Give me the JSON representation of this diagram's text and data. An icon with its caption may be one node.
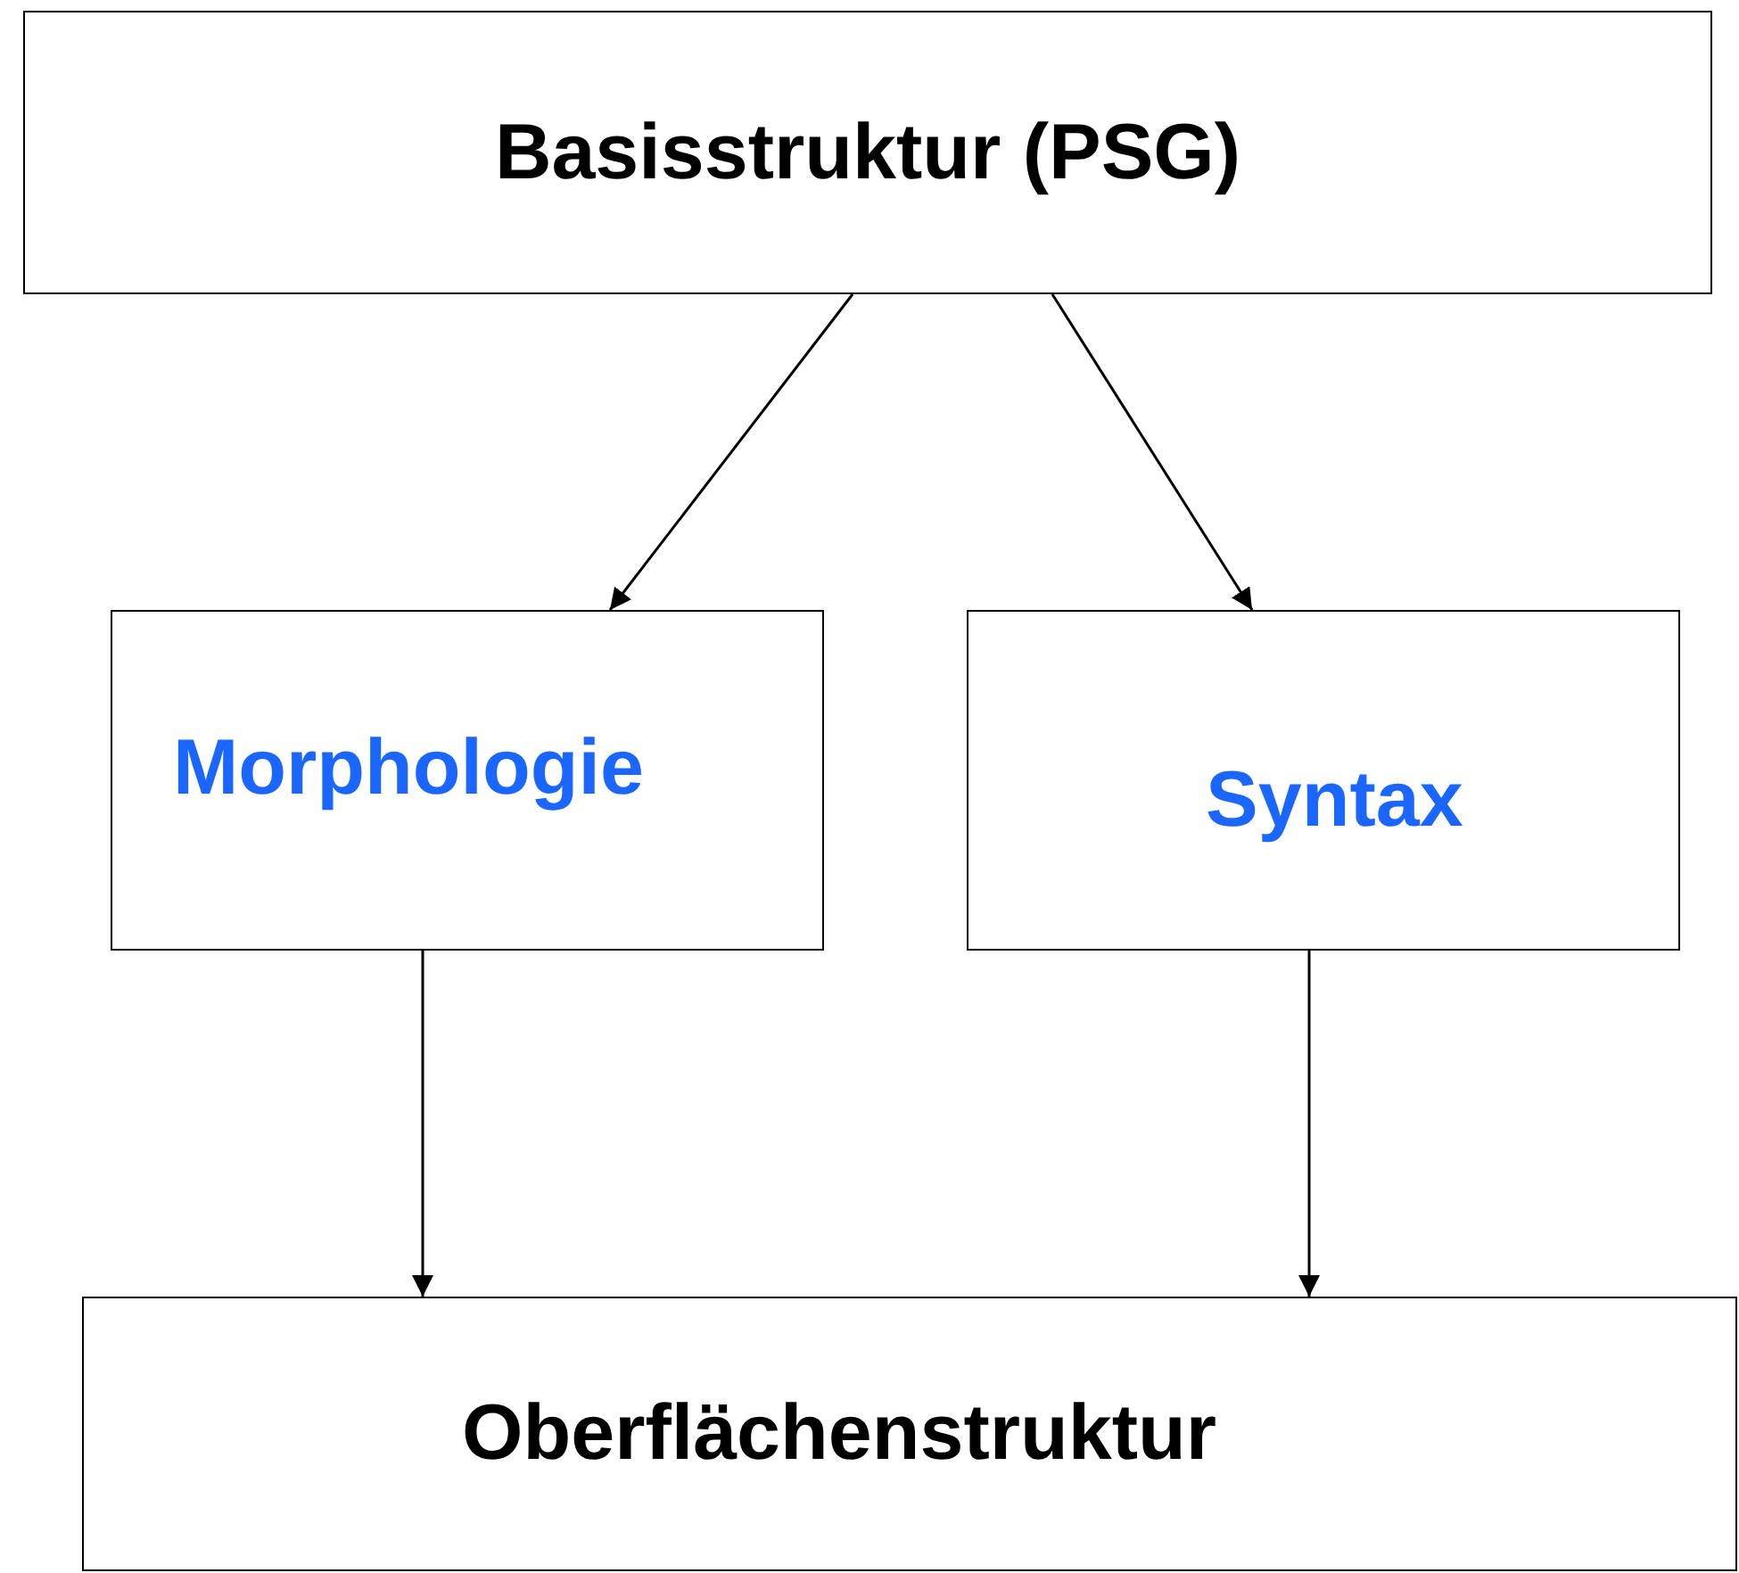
{
  "diagram": {
    "nodes": [
      {
        "text": [
          "Basisstruktur (PSG)"
        ]
      },
      {
        "text": [
          "Morphologie"
        ]
      },
      {
        "text": [
          "Syntax"
        ]
      },
      {
        "text": [
          "Oberflächenstruktur"
        ]
      }
    ],
    "edges": [
      {
        "from": 0,
        "to": 1,
        "arrow": "to"
      },
      {
        "from": 0,
        "to": 2,
        "arrow": "to"
      },
      {
        "from": 1,
        "to": 3,
        "arrow": "to"
      },
      {
        "from": 2,
        "to": 3,
        "arrow": "to"
      }
    ]
  }
}
